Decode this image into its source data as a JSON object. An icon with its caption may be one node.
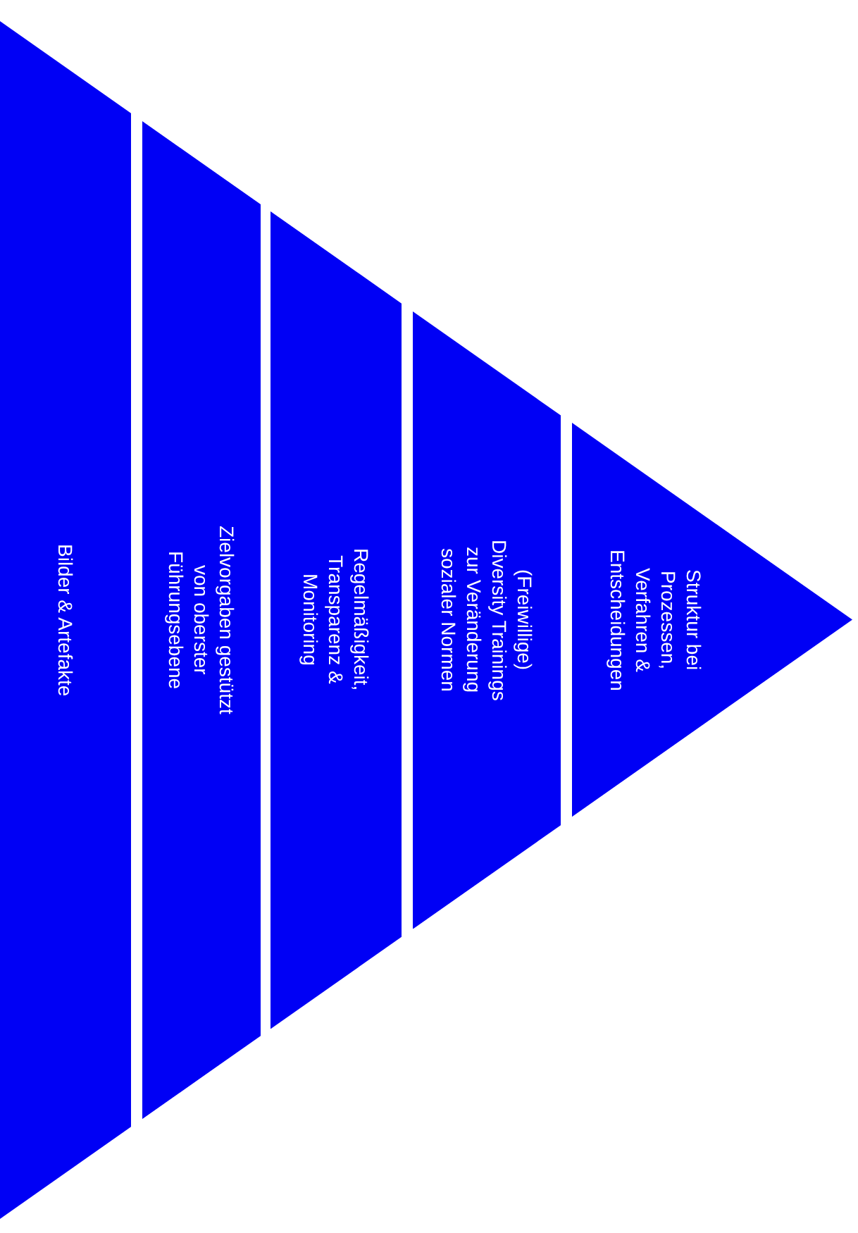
{
  "diagram": {
    "nodes": [
      {
        "text": [
          "Bilder & Artefakte"
        ]
      },
      {
        "text": [
          "Zielvorgaben gestützt von oberster Führungsebene"
        ]
      },
      {
        "text": [
          "Regelmäßigkeit, Transparenz & Monitoring"
        ]
      },
      {
        "text": [
          "(Freiwillige) Diversity Trainings zur Veränderung sozialer Normen"
        ]
      },
      {
        "text": [
          "Struktur bei Prozessen, Verfahren & Entscheidungen"
        ]
      }
    ]
  }
}
